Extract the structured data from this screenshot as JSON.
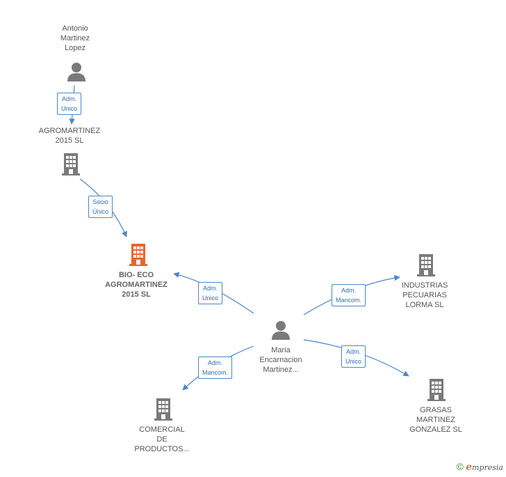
{
  "nodes": {
    "antonio": {
      "type": "person",
      "lines": [
        "Antonio",
        "Martinez",
        "Lopez"
      ]
    },
    "agromartinez": {
      "type": "company",
      "lines": [
        "AGROMARTINEZ",
        "2015  SL"
      ]
    },
    "bio_eco": {
      "type": "company-focus",
      "lines": [
        "BIO- ECO",
        "AGROMARTINEZ",
        "2015  SL"
      ]
    },
    "maria": {
      "type": "person",
      "lines": [
        "Maria",
        "Encarnacion",
        "Martinez..."
      ]
    },
    "industrias": {
      "type": "company",
      "lines": [
        "INDUSTRIAS",
        "PECUARIAS",
        "LORMA SL"
      ]
    },
    "grasas": {
      "type": "company",
      "lines": [
        "GRASAS",
        "MARTINEZ",
        "GONZALEZ SL"
      ]
    },
    "comercial": {
      "type": "company",
      "lines": [
        "COMERCIAL",
        "DE",
        "PRODUCTOS..."
      ]
    }
  },
  "edges": [
    {
      "from": "antonio",
      "to": "agromartinez",
      "label": [
        "Adm.",
        "Unico"
      ]
    },
    {
      "from": "agromartinez",
      "to": "bio_eco",
      "label": [
        "Socio",
        "Único"
      ]
    },
    {
      "from": "maria",
      "to": "bio_eco",
      "label": [
        "Adm.",
        "Unico"
      ]
    },
    {
      "from": "maria",
      "to": "industrias",
      "label": [
        "Adm.",
        "Mancom."
      ]
    },
    {
      "from": "maria",
      "to": "grasas",
      "label": [
        "Adm.",
        "Unico"
      ]
    },
    {
      "from": "maria",
      "to": "comercial",
      "label": [
        "Adm.",
        "Mancom."
      ]
    }
  ],
  "colors": {
    "edge": "#4a86c8",
    "company_icon": "#7a7a7a",
    "focus_company_icon": "#f0622d",
    "person_icon": "#7a7a7a"
  },
  "icons": {
    "person": "person-icon",
    "company": "building-icon"
  },
  "footer": {
    "copyright": "©",
    "brand_initial": "e",
    "brand_rest": "mpresia"
  }
}
